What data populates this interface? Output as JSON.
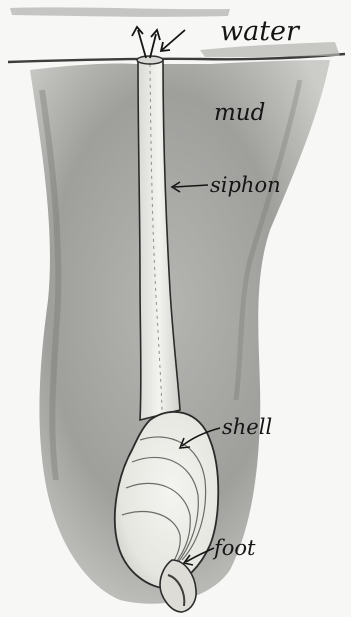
{
  "labels": {
    "water": "water",
    "mud": "mud",
    "siphon": "siphon",
    "shell": "shell",
    "foot": "foot"
  },
  "colors": {
    "ink": "#151515",
    "paper": "#f7f7f5",
    "mud_dark": "#8a8a88",
    "mud_light": "#c9c9c6",
    "shell_fill": "#eeeeea"
  }
}
